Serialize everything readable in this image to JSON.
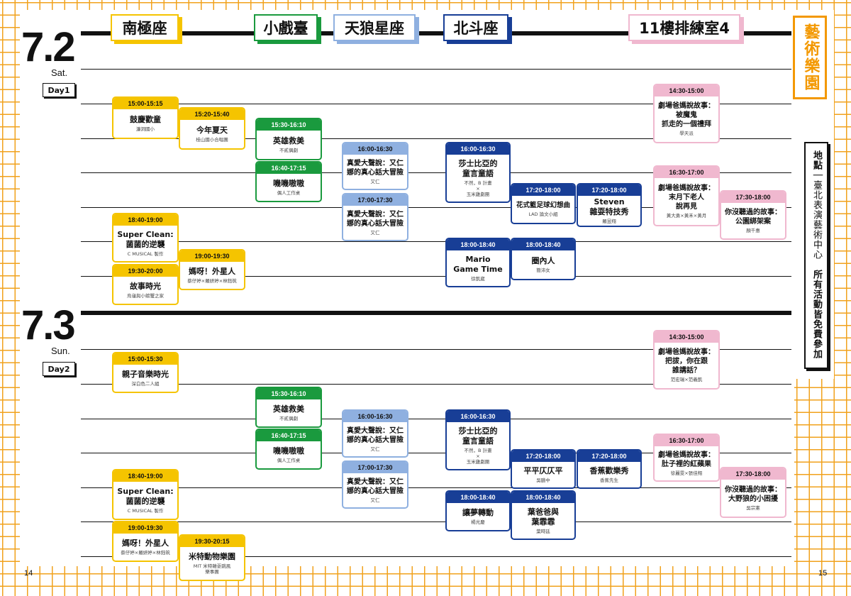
{
  "venues": {
    "nanji": "南極座",
    "xixitai": "小戲臺",
    "tianlang": "天狼星座",
    "beidou": "北斗座",
    "room4": "11樓排練室4"
  },
  "brand": {
    "title": "藝術樂園",
    "color": "#f39800"
  },
  "location": {
    "label": "地點",
    "venue": "臺北表演藝術中心",
    "note": "所有活動皆免費參加"
  },
  "colors": {
    "nanji": "#f5c400",
    "xixitai": "#1a9a3e",
    "tianlang": "#8fb0e0",
    "beidou": "#183e96",
    "room4": "#f0b8cf",
    "grid": "#f1a21c"
  },
  "day1": {
    "date": "7.2",
    "weekday": "Sat.",
    "tag": "Day1",
    "events": [
      {
        "time": "15:00-15:15",
        "title": "鼓慶歡童",
        "performer": "濂洞國小"
      },
      {
        "time": "15:20-15:40",
        "title": "今年夏天",
        "performer": "桂山國小合唱團"
      },
      {
        "time": "18:40-19:00",
        "title": "Super Clean:\n菌菌的逆襲",
        "performer": "C MUSICAL 製作"
      },
      {
        "time": "19:00-19:30",
        "title": "媽呀！外星人",
        "performer": "蔡仔婷×羅妍婷×林鈺筑"
      },
      {
        "time": "19:30-20:00",
        "title": "故事時光",
        "performer": "烏龜與小螃蟹之家"
      },
      {
        "time": "15:30-16:10",
        "title": "英雄救美",
        "performer": "不貳偶劇"
      },
      {
        "time": "16:40-17:15",
        "title": "嘰嘰嗷嗷",
        "performer": "偶人工作桌"
      },
      {
        "time": "16:00-16:30",
        "title": "真愛大聲說：又仁\n娜的真心話大冒險",
        "performer": "又仁"
      },
      {
        "time": "17:00-17:30",
        "title": "真愛大聲說：又仁\n娜的真心話大冒險",
        "performer": "又仁"
      },
      {
        "time": "16:00-16:30",
        "title": "莎士比亞的\n童言童語",
        "performer": "不然，B 計畫\n×\n玉米雞劇團"
      },
      {
        "time": "17:20-18:00",
        "title": "花式籃足球幻想曲",
        "performer": "LAD 論文小組"
      },
      {
        "time": "17:20-18:00",
        "title": "Steven\n雜耍特技秀",
        "performer": "羅昱翔"
      },
      {
        "time": "18:00-18:40",
        "title": "Mario\nGame Time",
        "performer": "徐凱崴"
      },
      {
        "time": "18:00-18:40",
        "title": "圈內人",
        "performer": "簡沛女"
      },
      {
        "time": "14:30-15:00",
        "title": "劇場爸媽說故事：\n被魔鬼\n抓走的一個禮拜",
        "performer": "學天派"
      },
      {
        "time": "16:30-17:00",
        "title": "劇場爸媽說故事：\n末月下老人\n說再見",
        "performer": "黃大勇×黃禾×黃月"
      },
      {
        "time": "17:30-18:00",
        "title": "你沒聽過的故事：\n公園綁架案",
        "performer": "顏千惠"
      }
    ]
  },
  "day2": {
    "date": "7.3",
    "weekday": "Sun.",
    "tag": "Day2",
    "events": [
      {
        "time": "15:00-15:30",
        "title": "親子音樂時光",
        "performer": "深白色二人組"
      },
      {
        "time": "18:40-19:00",
        "title": "Super Clean:\n菌菌的逆襲",
        "performer": "C MUSICAL 製作"
      },
      {
        "time": "19:00-19:30",
        "title": "媽呀！外星人",
        "performer": "蔡仔婷×羅妍婷×林鈺筑"
      },
      {
        "time": "19:30-20:15",
        "title": "米特動物樂園",
        "performer": "MIT 米特雜耍跳風\n樂事團"
      },
      {
        "time": "15:30-16:10",
        "title": "英雄救美",
        "performer": "不貳偶劇"
      },
      {
        "time": "16:40-17:15",
        "title": "嘰嘰嗷嗷",
        "performer": "偶人工作桌"
      },
      {
        "time": "16:00-16:30",
        "title": "真愛大聲說：又仁\n娜的真心話大冒險",
        "performer": "又仁"
      },
      {
        "time": "17:00-17:30",
        "title": "真愛大聲說：又仁\n娜的真心話大冒險",
        "performer": "又仁"
      },
      {
        "time": "16:00-16:30",
        "title": "莎士比亞的\n童言童語",
        "performer": "不然，B 計畫\n×\n玉米雞劇團"
      },
      {
        "time": "17:20-18:00",
        "title": "平平仄仄平",
        "performer": "吳膳中"
      },
      {
        "time": "17:20-18:00",
        "title": "香蕉歡樂秀",
        "performer": "香蕉先生"
      },
      {
        "time": "18:00-18:40",
        "title": "讓夢轉動",
        "performer": "楊光慶"
      },
      {
        "time": "18:00-18:40",
        "title": "葉爸爸與\n葉霏霏",
        "performer": "葉時廷"
      },
      {
        "time": "14:30-15:00",
        "title": "劇場爸媽說故事：\n把拔，你在跟\n誰講話？",
        "performer": "范宏瑞×范義凱"
      },
      {
        "time": "16:30-17:00",
        "title": "劇場爸媽說故事：\n肚子裡的紅蘋果",
        "performer": "徐麗雯×張佳翔"
      },
      {
        "time": "17:30-18:00",
        "title": "你沒聽過的故事：\n大野狼的小困擾",
        "performer": "吳宗憲"
      }
    ]
  },
  "pages": {
    "left": "14",
    "right": "15"
  }
}
